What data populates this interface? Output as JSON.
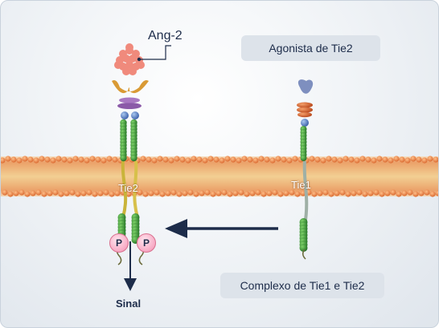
{
  "labels": {
    "ang2": "Ang-2",
    "agonista": "Agonista de Tie2",
    "tie2": "Tie2",
    "tie1": "Tie1",
    "complexo": "Complexo de Tie1 e Tie2",
    "sinal": "Sinal",
    "phospho": "P"
  },
  "colors": {
    "navy": "#1d2c4a",
    "membrane_top": "#f1c89a",
    "membrane_head": "#e5803c",
    "protein_green": "#2f8f2f",
    "ang2_pink": "#f08a7c",
    "phospho_pink": "#f7a9c4"
  }
}
